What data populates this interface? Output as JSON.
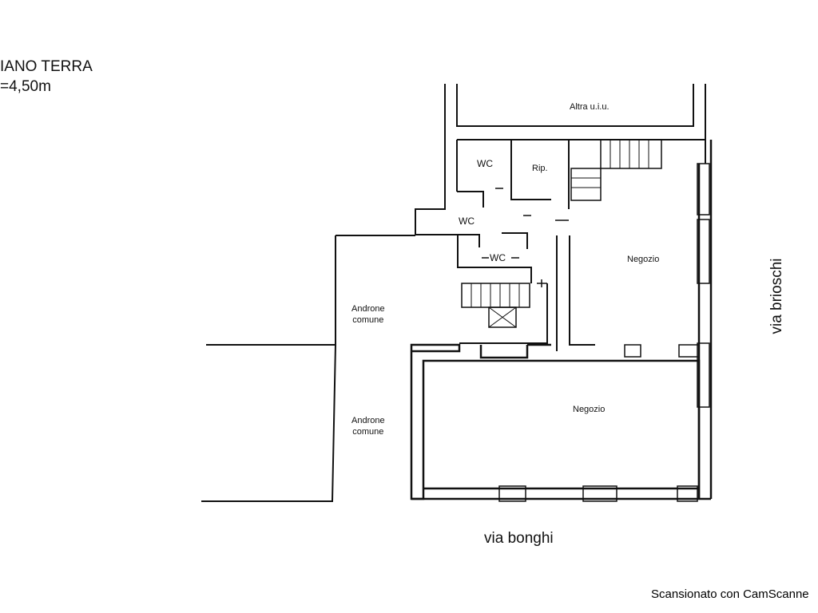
{
  "header": {
    "floor_label": "IANO TERRA",
    "height_label": "=4,50m"
  },
  "rooms": {
    "altra": "Altra u.i.u.",
    "wc_top": "WC",
    "rip": "Rip.",
    "wc_mid": "WC",
    "wc_low": "WC",
    "negozio_upper": "Negozio",
    "negozio_lower": "Negozio",
    "androne_upper": [
      "Androne",
      "comune"
    ],
    "androne_lower": [
      "Androne",
      "comune"
    ]
  },
  "streets": {
    "bottom": "via bonghi",
    "right": "via brioschi"
  },
  "footer": {
    "scanner_text": "Scansionato con CamScanne"
  }
}
